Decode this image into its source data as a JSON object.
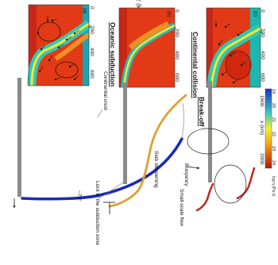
{
  "panels": [
    {
      "title": "Oceanic subduction",
      "panel_letter": "(a)",
      "annotations": {
        "crest": "Continental crest",
        "angle": "~75°"
      },
      "ticks": [
        "0",
        "200",
        "400",
        "600"
      ],
      "sketch_color": "#1c2ab5"
    },
    {
      "title": "Continental collision",
      "panel_letter": "(b)",
      "annotations": {
        "lock": "Lock of the subduction zone",
        "steepening": "Slab steepening"
      },
      "ticks": [
        "0",
        "200",
        "400",
        "600"
      ],
      "sketch_color": "#e0a030"
    },
    {
      "title": "Break-off",
      "panel_letter": "(c)",
      "annotations": {
        "buoyancy": "Buoyancy",
        "flow": "Small-scale flow"
      },
      "ticks": [
        "0",
        "200",
        "400",
        "600"
      ],
      "sketch_color": "#c0281c"
    }
  ],
  "z_axis_label": "z (km)",
  "x_axis": {
    "label": "x (km)",
    "ticks": [
      "1600",
      "2000"
    ]
  },
  "colorbar": {
    "ticks": [
      "19",
      "20",
      "21",
      "22",
      "23",
      "24"
    ],
    "label": "log η (Pa s)"
  }
}
